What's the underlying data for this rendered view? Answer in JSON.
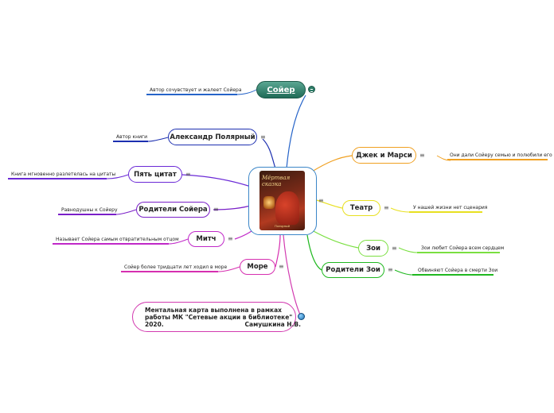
{
  "root": {
    "image": "book-cover",
    "cover_title": "Мёртвая сказка",
    "cover_author": "Полярный"
  },
  "sawyer": {
    "label": "Сойер",
    "note": "Автор сочувствует и жалеет Сойера"
  },
  "left_nodes": [
    {
      "label": "Александр Полярный",
      "note": "Автор книги"
    },
    {
      "label": "Пять цитат",
      "note": "Книга мгновенно разлетелась на цитаты"
    },
    {
      "label": "Родители Сойера",
      "note": "Равнодушны к Сойеру"
    },
    {
      "label": "Митч",
      "note": "Называет Сойера самым отвратительным отцом"
    },
    {
      "label": "Море",
      "note": "Сойер более тридцати лет ходил в море"
    }
  ],
  "right_nodes": [
    {
      "label": "Джек и Марси",
      "note": "Они дали Сойеру семью и полюбили его"
    },
    {
      "label": "Театр",
      "note": "У нашей жизни нет сценария"
    },
    {
      "label": "Зои",
      "note": "Зои любит Сойера всем сердцем"
    },
    {
      "label": "Родители Зои",
      "note": "Обвиняют Сойера в смерти Зои"
    }
  ],
  "info": {
    "text": "Ментальная карта выполнена в рамках\nработы МК \"Сетевые акции в библиотеке\"\n2020.                                       Самушкина Н.В."
  },
  "colors": {
    "sawyer": "#2563c8",
    "author": "#1c2fb0",
    "quotes": "#6a28d6",
    "parents_sawyer": "#7a1fc8",
    "mitch": "#c028c8",
    "sea": "#d62fb0",
    "jack_marcy": "#f0a020",
    "theatre": "#e8e020",
    "zoe": "#7adf40",
    "zoe_parents": "#1fb81f",
    "info": "#d23bb0"
  }
}
